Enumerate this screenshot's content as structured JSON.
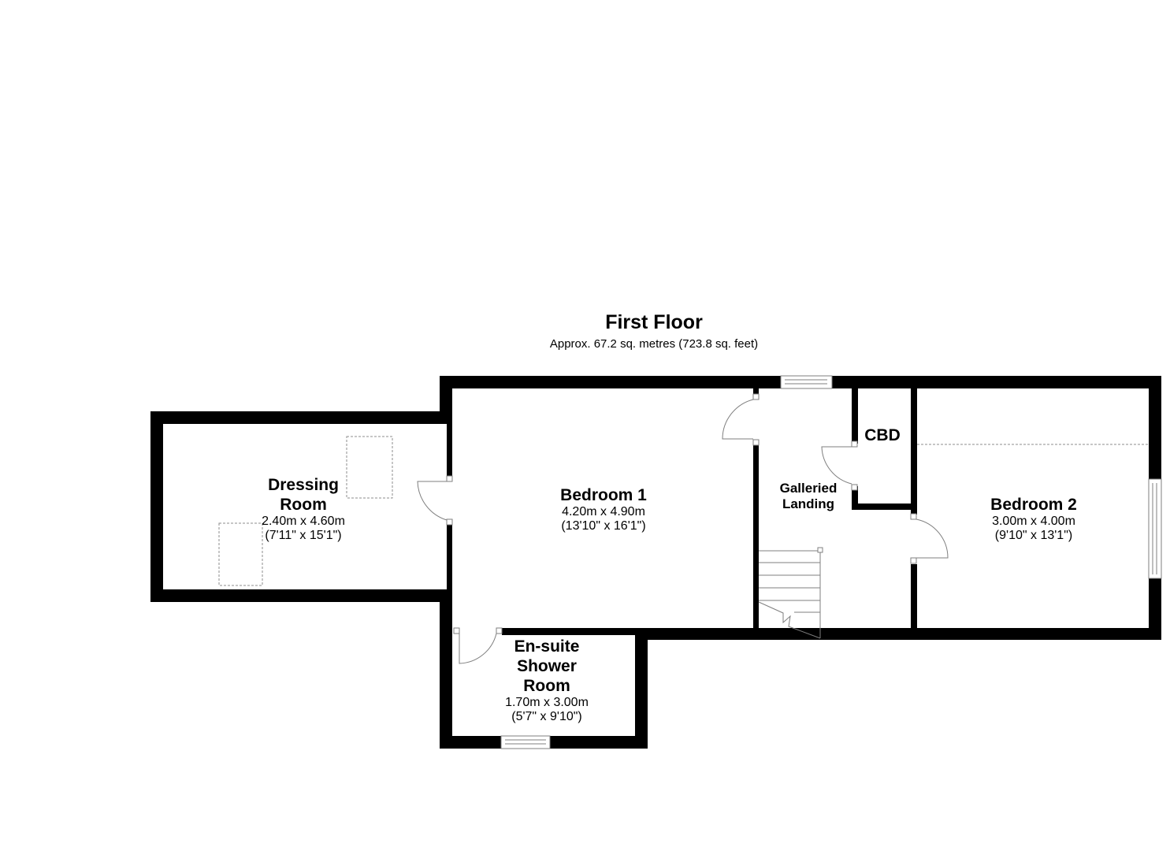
{
  "floor": {
    "title": "First Floor",
    "area": "Approx. 67.2 sq. metres (723.8 sq. feet)"
  },
  "rooms": [
    {
      "id": "dressing-room",
      "name_lines": [
        "Dressing",
        "Room"
      ],
      "metric": "2.40m x 4.60m",
      "imperial": "(7'11\" x 15'1\")"
    },
    {
      "id": "bedroom-1",
      "name_lines": [
        "Bedroom 1"
      ],
      "metric": "4.20m x 4.90m",
      "imperial": "(13'10\" x 16'1\")"
    },
    {
      "id": "galleried-landing",
      "name_lines": [
        "Galleried",
        "Landing"
      ],
      "metric": "",
      "imperial": ""
    },
    {
      "id": "cbd",
      "name_lines": [
        "CBD"
      ],
      "metric": "",
      "imperial": ""
    },
    {
      "id": "bedroom-2",
      "name_lines": [
        "Bedroom 2"
      ],
      "metric": "3.00m x 4.00m",
      "imperial": "(9'10\" x 13'1\")"
    },
    {
      "id": "en-suite",
      "name_lines": [
        "En-suite",
        "Shower",
        "Room"
      ],
      "metric": "1.70m x 3.00m",
      "imperial": "(5'7\" x 9'10\")"
    }
  ],
  "colors": {
    "wall": "#000000",
    "background": "#ffffff",
    "fixture_line": "#7f7f7f"
  }
}
